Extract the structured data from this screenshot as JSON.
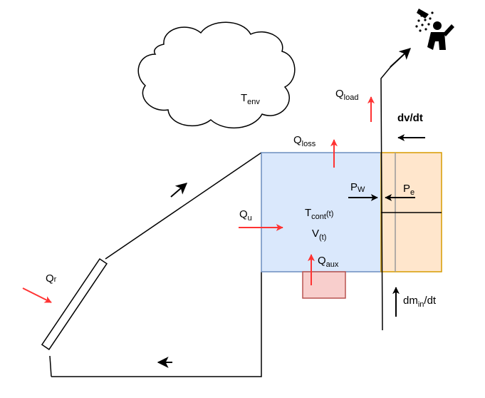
{
  "colors": {
    "tank_fill": "#dae8fc",
    "tank_stroke": "#6c8ebf",
    "mixer_fill": "#ffe6cc",
    "mixer_stroke": "#d79b00",
    "heater_fill": "#f8cecc",
    "heater_stroke": "#b85450",
    "heat_arrow": "#ff3333",
    "flow_arrow": "#000000"
  },
  "labels": {
    "q_r": {
      "main": "Q",
      "sub": "r"
    },
    "t_env": {
      "main": "T",
      "sub": "env"
    },
    "q_load": {
      "main": "Q",
      "sub": "load"
    },
    "dv_dt": "dv/dt",
    "q_loss": {
      "main": "Q",
      "sub": "loss"
    },
    "p_w": {
      "main": "P",
      "sub": "W"
    },
    "p_e": {
      "main": "P",
      "sub": "e"
    },
    "q_u": {
      "main": "Q",
      "sub": "u"
    },
    "t_cont": {
      "main": "T",
      "sub": "cont",
      "suffix": "(t)"
    },
    "v_t": {
      "main": "V",
      "sub": "(t)"
    },
    "q_aux": {
      "main": "Q",
      "sub": "aux"
    },
    "dm_in_dt": {
      "main": "dm",
      "sub": "in",
      "suffix": "/dt"
    }
  },
  "icons": {
    "shower": "shower-person-icon",
    "cloud": "cloud-icon"
  }
}
